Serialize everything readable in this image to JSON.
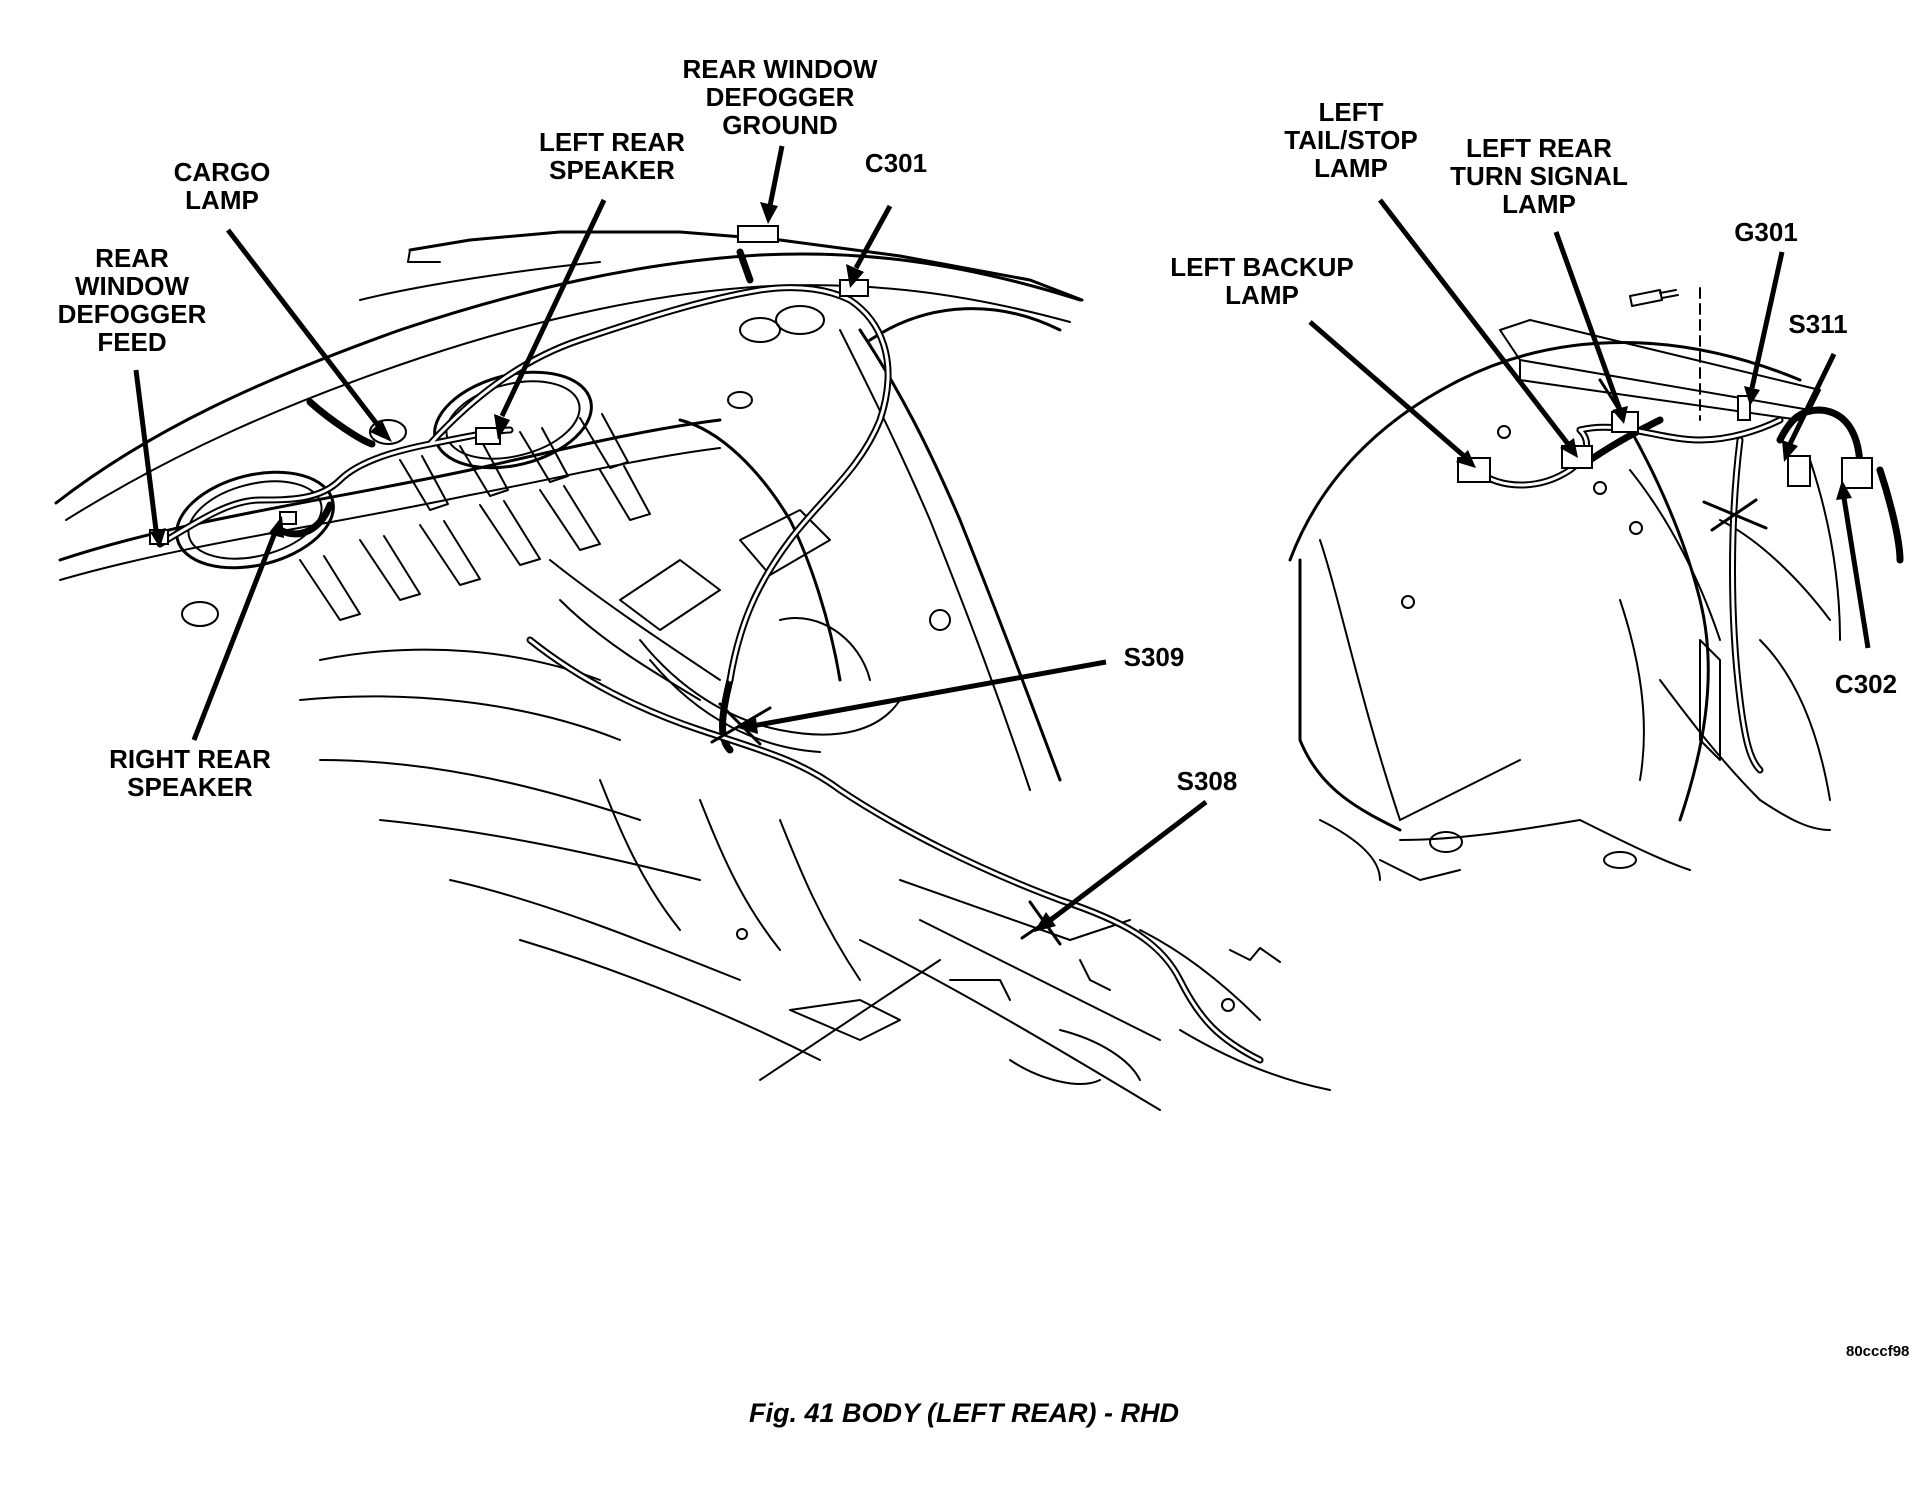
{
  "diagram": {
    "labels": {
      "rear_window_defogger_feed": "REAR\nWINDOW\nDEFOGGER\nFEED",
      "cargo_lamp": "CARGO\nLAMP",
      "left_rear_speaker": "LEFT REAR\nSPEAKER",
      "rear_window_defogger_ground": "REAR WINDOW\nDEFOGGER\nGROUND",
      "c301": "C301",
      "right_rear_speaker": "RIGHT REAR\nSPEAKER",
      "s309": "S309",
      "s308": "S308",
      "left_tail_stop_lamp": "LEFT\nTAIL/STOP\nLAMP",
      "left_rear_turn_signal_lamp": "LEFT REAR\nTURN SIGNAL\nLAMP",
      "left_backup_lamp": "LEFT BACKUP\nLAMP",
      "g301": "G301",
      "s311": "S311",
      "c302": "C302"
    },
    "id_code": "80cccf98",
    "caption": "Fig. 41 BODY (LEFT REAR) - RHD"
  }
}
